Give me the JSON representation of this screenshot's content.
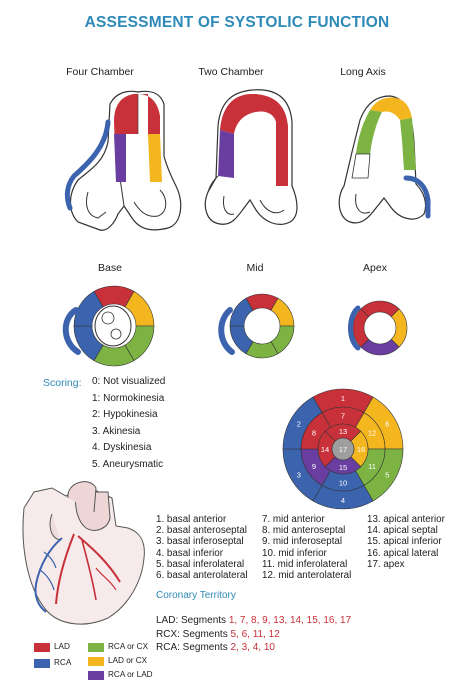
{
  "title": "ASSESSMENT OF SYSTOLIC FUNCTION",
  "views": {
    "four_chamber": "Four Chamber",
    "two_chamber": "Two Chamber",
    "long_axis": "Long Axis",
    "base": "Base",
    "mid": "Mid",
    "apex": "Apex"
  },
  "scoring": {
    "heading": "Scoring:",
    "items": [
      "0: Not visualized",
      "1: Normokinesia",
      "2: Hypokinesia",
      "3. Akinesia",
      "4. Dyskinesia",
      "5. Aneurysmatic"
    ]
  },
  "bullseye_numbers": [
    "1",
    "2",
    "3",
    "4",
    "5",
    "6",
    "7",
    "8",
    "9",
    "10",
    "11",
    "12",
    "13",
    "14",
    "15",
    "16",
    "17"
  ],
  "segments": {
    "col1": [
      "1. basal anterior",
      "2. basal anteroseptal",
      "3. basal inferoseptal",
      "4. basal inferior",
      "5. basal inferolateral",
      "6. basal anterolateral"
    ],
    "col2": [
      "7. mid anterior",
      "8. mid anteroseptal",
      "9. mid inferoseptal",
      "10. mid inferior",
      "11. mid inferolateral",
      "12. mid anterolateral"
    ],
    "col3": [
      "13. apical anterior",
      "14. apical septal",
      "15. apical inferior",
      "16. apical lateral",
      "17. apex"
    ]
  },
  "coronary": {
    "heading": "Coronary Territory",
    "lad_prefix": "LAD: Segments ",
    "lad_values": "1, 7, 8, 9, 13, 14, 15, 16, 17",
    "rcx_prefix": "RCX: Segments ",
    "rcx_values": "5, 6, 11, 12",
    "rca_prefix": "RCA: Segments ",
    "rca_values": "2, 3, 4, 10"
  },
  "legend": [
    {
      "label": "LAD",
      "color": "#c8313a"
    },
    {
      "label": "RCA",
      "color": "#3c64ae"
    },
    {
      "label": "RCA or CX",
      "color": "#7cb342"
    },
    {
      "label": "LAD or CX",
      "color": "#f3b61f"
    },
    {
      "label": "RCA or LAD",
      "color": "#6a3da0"
    }
  ],
  "colors": {
    "lad": "#c8313a",
    "rca": "#3c64ae",
    "cx": "#f3b61f",
    "rca_cx": "#7cb342",
    "rca_lad": "#6a3da0",
    "apex_gray": "#9e9e9e",
    "accent": "#2e8ab8"
  }
}
